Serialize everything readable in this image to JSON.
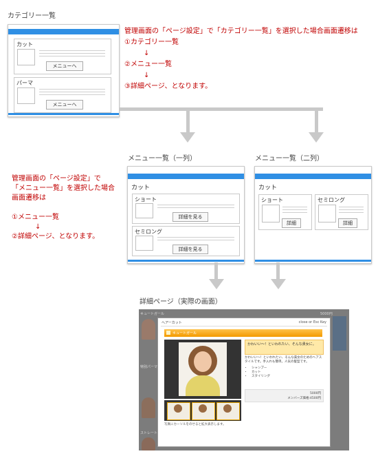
{
  "category_list": {
    "title": "カテゴリー一覧",
    "items": [
      {
        "name": "カット",
        "button": "メニューへ"
      },
      {
        "name": "パーマ",
        "button": "メニューへ"
      }
    ]
  },
  "note_top": {
    "lines": [
      "管理画面の「ページ設定」で「カテゴリー一覧」を選択した場合画面遷移は",
      "①カテゴリー一覧",
      "↓",
      "②メニュー一覧",
      "↓",
      "③詳細ページ、となります。"
    ]
  },
  "note_left": {
    "lines": [
      "管理画面の「ページ設定」で",
      "「メニュー一覧」を選択した場合",
      "画面遷移は",
      "①メニュー一覧",
      "↓",
      "②詳細ページ、となります。"
    ]
  },
  "menu_one_col": {
    "title": "メニュー一覧（一列）",
    "category": "カット",
    "items": [
      {
        "name": "ショート",
        "button": "詳細を見る"
      },
      {
        "name": "セミロング",
        "button": "詳細を見る"
      }
    ]
  },
  "menu_two_col": {
    "title": "メニュー一覧（二列）",
    "category": "カット",
    "items": [
      {
        "name": "ショート",
        "button": "詳細"
      },
      {
        "name": "セミロング",
        "button": "詳細"
      }
    ]
  },
  "detail_page": {
    "title": "詳細ページ（実際の画面）",
    "bg_header": "キュートガール",
    "bg_price": "5000円",
    "bg_sidebar_1": "特別パーマ",
    "bg_sidebar_2": "ストレート",
    "window_title": "ヘアーカット",
    "close_text": "close or Esc Key",
    "banner": "キュートガール",
    "catch": "かわいい～！といわれたい、そんな貴女に。",
    "description": "かわいい～！といわれたい、そんな貴女のためのヘアスタイルです。手入れも簡単。人気の髪型です。",
    "bullets": [
      "シャンプー",
      "カット",
      "スタイリング"
    ],
    "price": "5000円",
    "member_price": "メンバーズ価格:4500円",
    "caption": "写真にカーソルをのせると拡大表示します。"
  },
  "colors": {
    "accent": "#2f8fe4",
    "red": "#c00000",
    "arrow": "#c9c9c9",
    "banner": "#f6a400"
  }
}
